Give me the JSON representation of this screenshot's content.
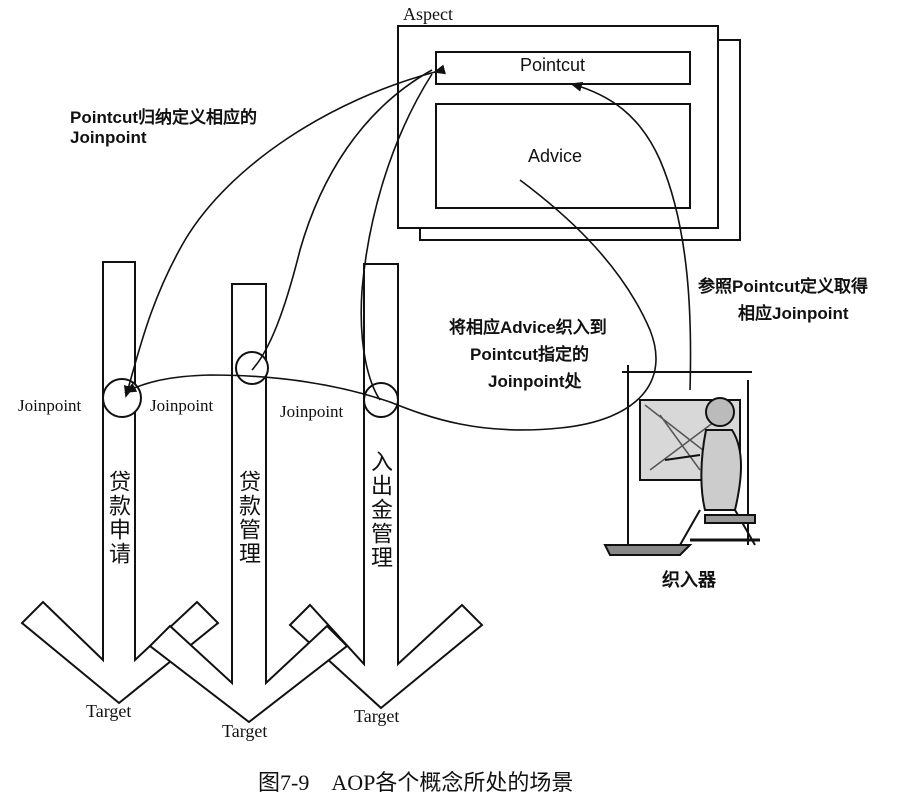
{
  "aspect": {
    "title": "Aspect",
    "pointcut_label": "Pointcut",
    "advice_label": "Advice"
  },
  "annotations": {
    "pointcut_define_line1": "Pointcut归纳定义相应的",
    "pointcut_define_line2": "Joinpoint",
    "weave_line1": "将相应Advice织入到",
    "weave_line2": "Pointcut指定的",
    "weave_line3": "Joinpoint处",
    "refer_line1": "参照Pointcut定义取得",
    "refer_line2": "相应Joinpoint"
  },
  "targets": [
    {
      "label": "贷款申请",
      "joinpoint": "Joinpoint",
      "target": "Target"
    },
    {
      "label": "贷款管理",
      "joinpoint": "Joinpoint",
      "target": "Target"
    },
    {
      "label": "入出金管理",
      "joinpoint": "Joinpoint",
      "target": "Target"
    }
  ],
  "weaver_label": "织入器",
  "caption": "图7-9　AOP各个概念所处的场景"
}
